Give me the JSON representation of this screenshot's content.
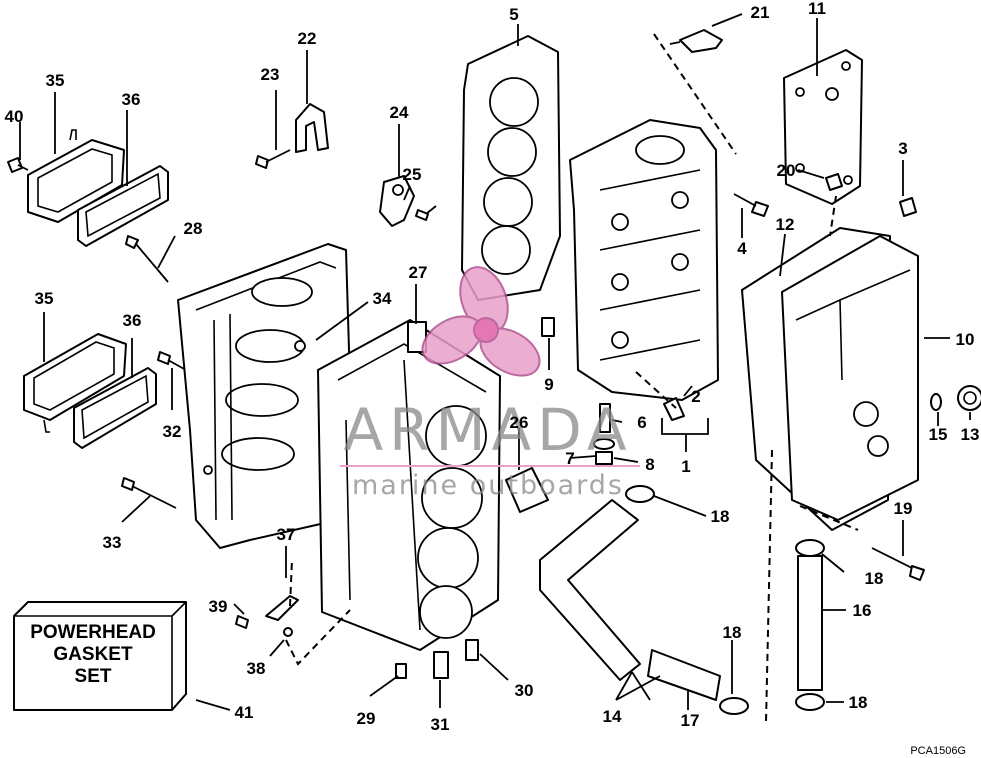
{
  "watermark": {
    "title": "ARMADA",
    "subtitle": "marine outboards",
    "color": "#e8a0c8"
  },
  "gasket_set": {
    "line1": "POWERHEAD",
    "line2": "GASKET",
    "line3": "SET"
  },
  "drawing_code": "PCA1506G",
  "callouts": {
    "c1": "1",
    "c2": "2",
    "c3": "3",
    "c4": "4",
    "c5": "5",
    "c6": "6",
    "c7": "7",
    "c8": "8",
    "c9": "9",
    "c10": "10",
    "c11": "11",
    "c12": "12",
    "c13": "13",
    "c14": "14",
    "c15": "15",
    "c16": "16",
    "c17": "17",
    "c18a": "18",
    "c18b": "18",
    "c18c": "18",
    "c18d": "18",
    "c19": "19",
    "c20": "20",
    "c21": "21",
    "c22": "22",
    "c23": "23",
    "c24": "24",
    "c25": "25",
    "c26": "26",
    "c27": "27",
    "c28": "28",
    "c29": "29",
    "c30": "30",
    "c31": "31",
    "c32": "32",
    "c33": "33",
    "c34": "34",
    "c35a": "35",
    "c35b": "35",
    "c36a": "36",
    "c36b": "36",
    "c37": "37",
    "c38": "38",
    "c39": "39",
    "c40": "40",
    "c41": "41"
  }
}
